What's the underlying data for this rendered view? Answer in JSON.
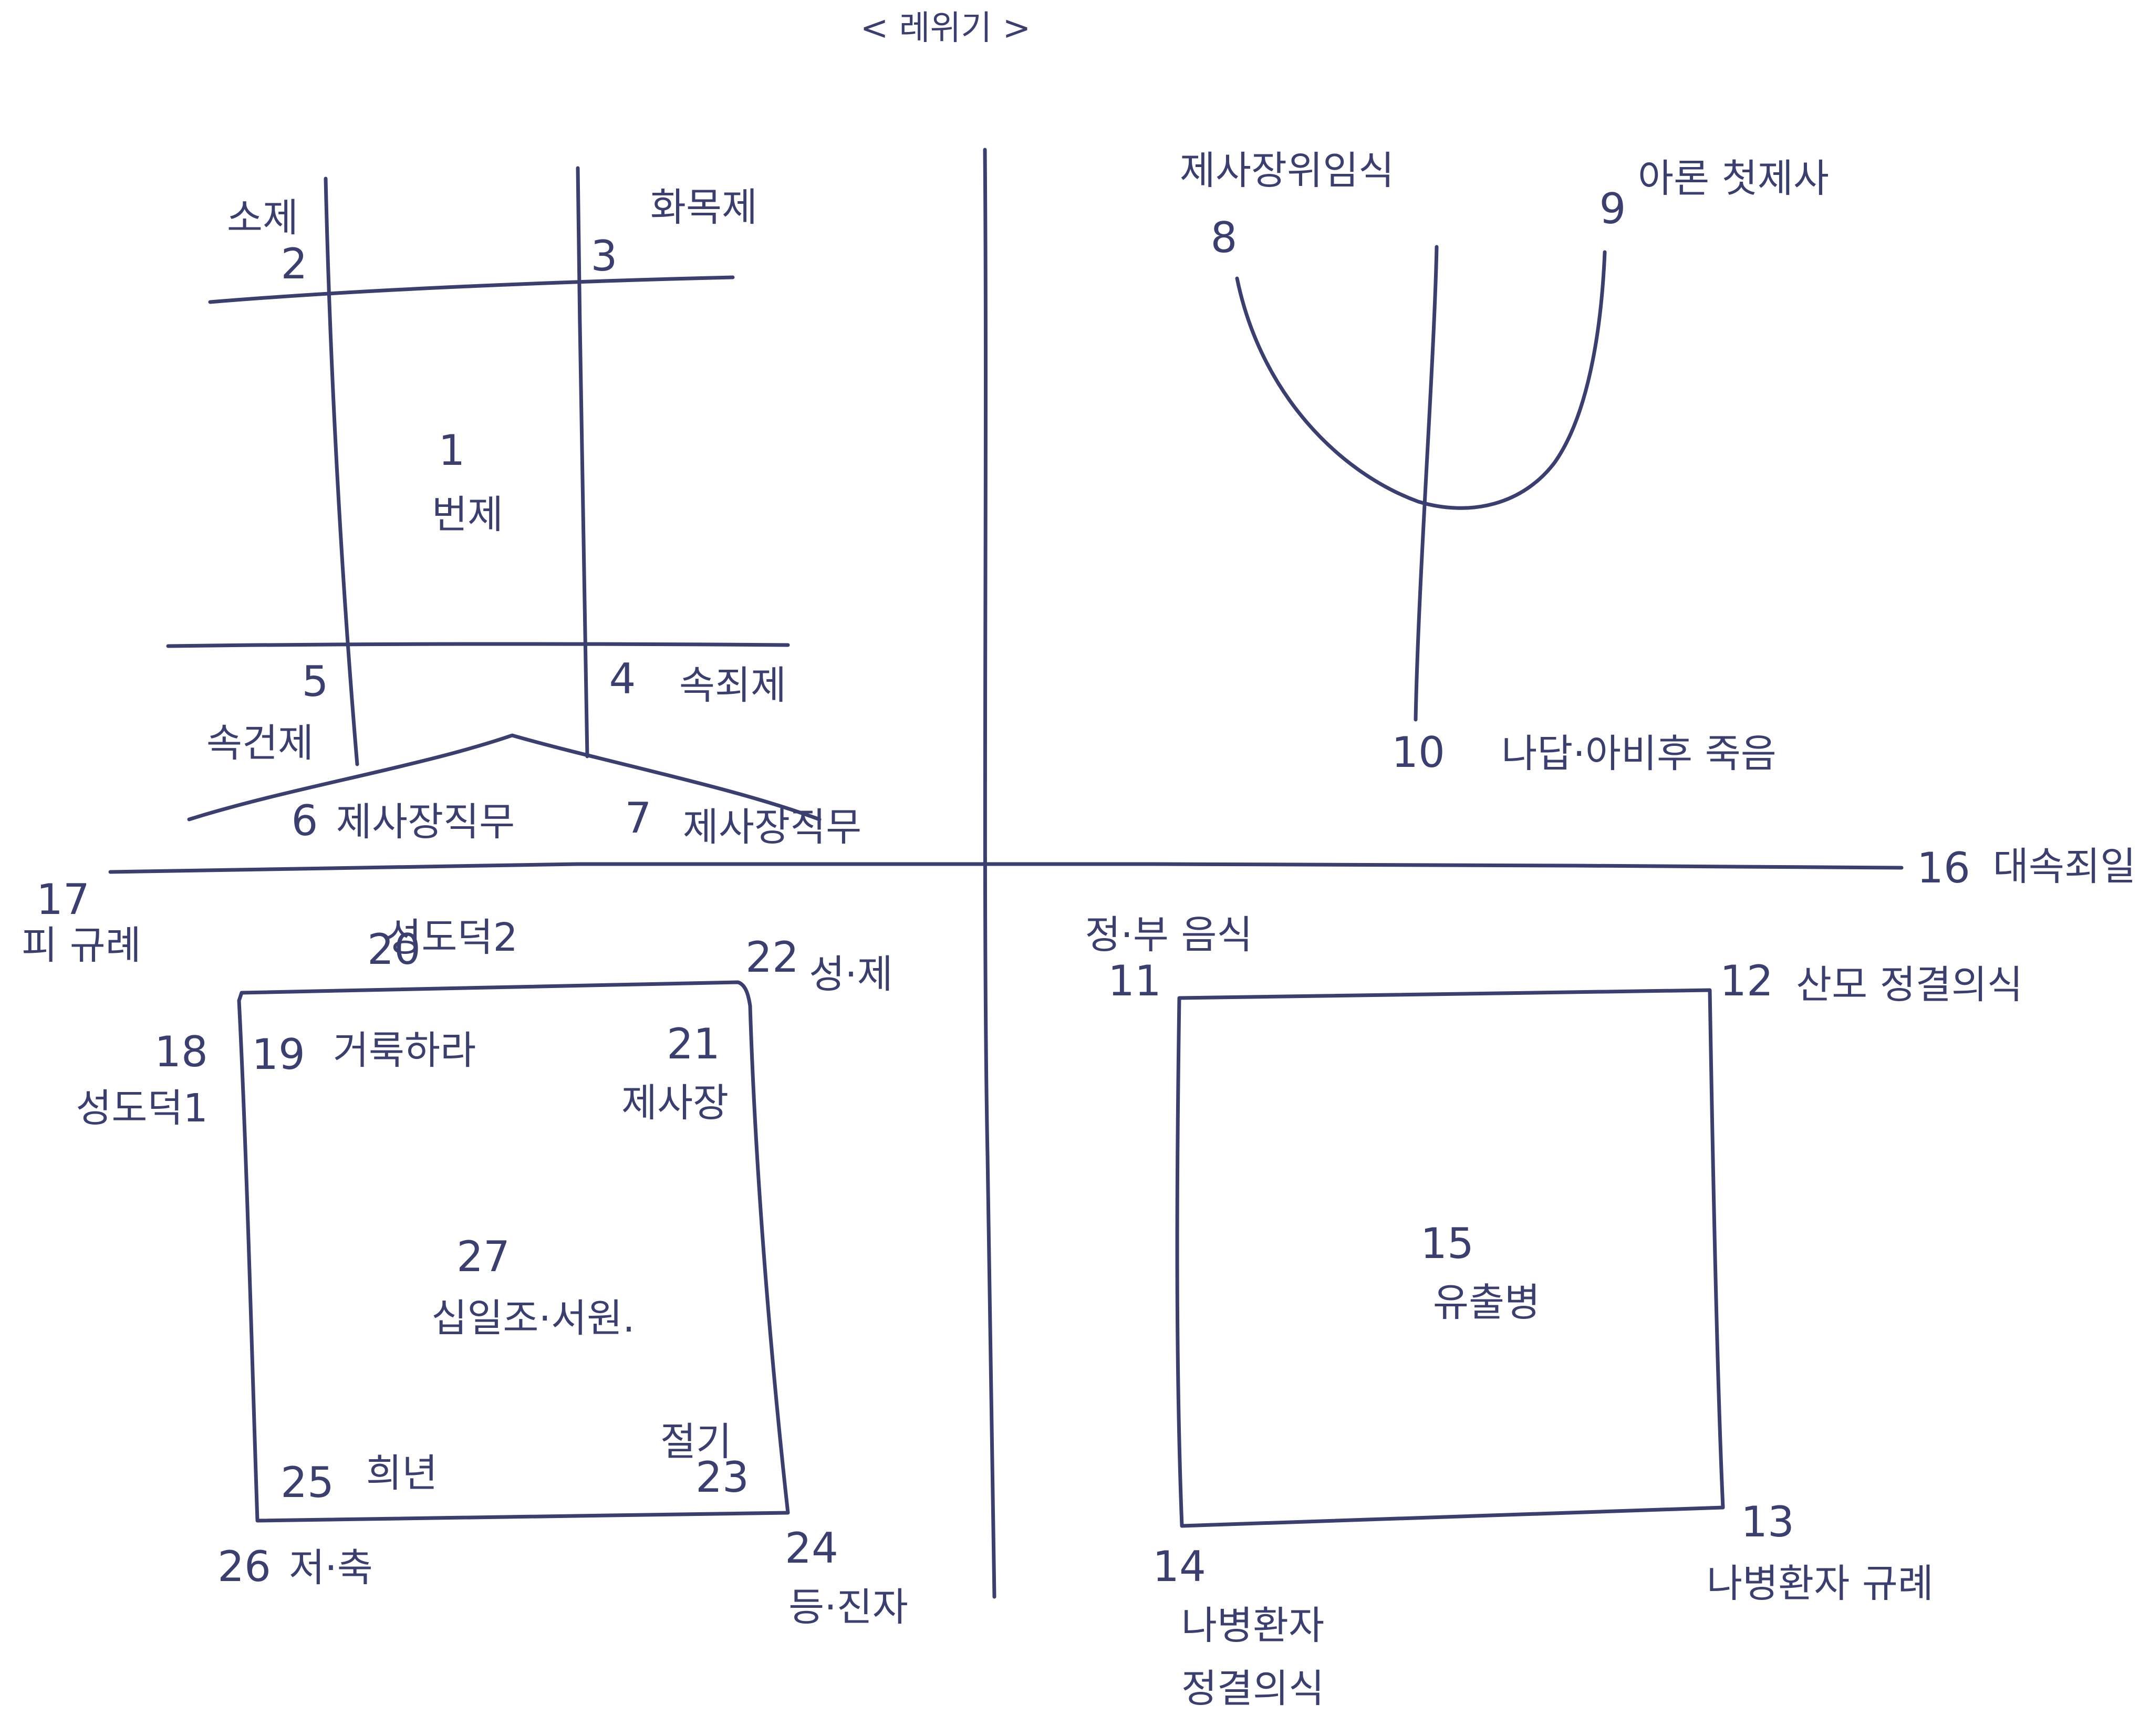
{
  "title": "< 레위기 >",
  "colors": {
    "ink": "#3b3f70",
    "paper": "#ffffff"
  },
  "q1": {
    "n1": "1",
    "l1": "번제",
    "n2": "2",
    "l2": "소제",
    "n3": "3",
    "l3": "화목제",
    "n4": "4",
    "l4": "속죄제",
    "n5": "5",
    "l5": "속건제",
    "n6": "6",
    "l6": "제사장직무",
    "n7": "7",
    "l7": "제사장직무"
  },
  "q2": {
    "n8": "8",
    "l8": "제사장위임식",
    "n9": "9",
    "l9": "아론 첫제사",
    "n10": "10",
    "l10": "나답·아비후 죽음"
  },
  "divider": {
    "n16": "16",
    "l16": "대속죄일",
    "n17": "17",
    "l17": "피 규례"
  },
  "q3": {
    "n18": "18",
    "l18": "성도덕1",
    "n19": "19",
    "l19": "거룩하라",
    "n20": "20",
    "l20": "성도덕2",
    "n21": "21",
    "l21": "제사장",
    "n22": "22",
    "l22": "성·제",
    "n23": "23",
    "l23": "절기",
    "n24": "24",
    "l24": "등·진자",
    "n25": "25",
    "l25": "희년",
    "n26": "26",
    "l26": "저·축",
    "n27": "27",
    "l27": "십일조·서원."
  },
  "q4": {
    "n11": "11",
    "l11": "정·부 음식",
    "n12": "12",
    "l12": "산모 정결의식",
    "n13": "13",
    "l13": "나병환자 규례",
    "n14": "14",
    "l14a": "나병환자",
    "l14b": "정결의식",
    "n15": "15",
    "l15": "유출병"
  }
}
